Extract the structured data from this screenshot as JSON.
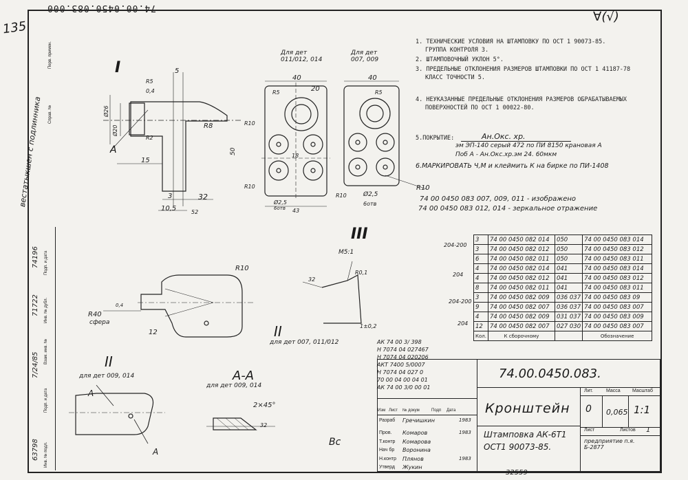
{
  "sheet_number": "135",
  "doc_code_top": "74.00.0450.083.000",
  "roughness": "∀(√)",
  "notes": [
    "1. ТЕХНИЧЕСКИЕ УСЛОВИЯ НА ШТАМПОВКУ ПО ОСТ 1 90073-85.",
    "ГРУППА КОНТРОЛЯ 3.",
    "2. ШТАМПОВОЧНЫЙ УКЛОН 5°.",
    "3. ПРЕДЕЛЬНЫЕ ОТКЛОНЕНИЯ РАЗМЕРОВ ШТАМПОВКИ ПО ОСТ 1 41187-78",
    "КЛАСС ТОЧНОСТИ    5.",
    "4. НЕУКАЗАННЫЕ ПРЕДЕЛЬНЫЕ ОТКЛОНЕНИЯ РАЗМЕРОВ ОБРАБАТЫВАЕМЫХ",
    "ПОВЕРХНОСТЕЙ ПО ОСТ 1 00022-80."
  ],
  "note5_label": "5.ПОКРЫТИЕ:",
  "note5_value": "Ан.Окс. хр.",
  "note5_line2": "эм ЭП-140 серый 472 по ПИ 8150 крановая А",
  "note5_line3": "Поб А - Ан.Окс.хр.эм 24. 60мкм",
  "note6": "6.МАРКИРОВАТЬ Ч,М и клеймить К на бирке по ПИ-1408",
  "detail_labels": {
    "view1": "I",
    "view2": "II",
    "view2_for": "для дет 007, 011/012",
    "view2b": "II",
    "view2b_for": "для дет 009, 014",
    "section": "А-А",
    "section_for": "для дет 009, 014",
    "detail3": "III",
    "detail3_scale": "М5:1",
    "top_left_for": "Для дет 011/012, 014",
    "top_right_for": "Для дет 007, 009",
    "letter_a": "А"
  },
  "dims": {
    "r5": "R5",
    "d04": "0,4",
    "d5": "5",
    "phi26": "Ø26",
    "phi20": "Ø20",
    "r8": "R8",
    "r2": "R2",
    "d15": "15",
    "d3": "3",
    "d32": "32",
    "d105": "10,5",
    "d52": "52",
    "d40": "40",
    "d20": "20",
    "r10": "R10",
    "phi25": "Ø2,5",
    "otv": "6отв",
    "d43": "43",
    "d50": "50",
    "d18": "18",
    "r40": "R40",
    "sphere": "сфера",
    "d12": "12",
    "chamfer": "2×45°",
    "r01": "R0,1",
    "d32b": "32",
    "d1": "1±0,2"
  },
  "variant_line1": "74 00 0450 083 007, 009, 011 - изображено",
  "variant_line2": "74 00 0450 083 012, 014 - зеркальное отражение",
  "spec_group_labels": [
    "204-200",
    "204",
    "204-200",
    "204"
  ],
  "spec_rows": [
    {
      "kol": "3",
      "code": "74 00 0450 082 014",
      "n": "050",
      "desig": "74 00 0450 083 014"
    },
    {
      "kol": "3",
      "code": "74 00 0450 082 012",
      "n": "050",
      "desig": "74 00 0450 083 012"
    },
    {
      "kol": "6",
      "code": "74 00 0450 082 011",
      "n": "050",
      "desig": "74 00 0450 083 011"
    },
    {
      "kol": "4",
      "code": "74 00 0450 082 014",
      "n": "041",
      "desig": "74 00 0450 083 014"
    },
    {
      "kol": "4",
      "code": "74 00 0450 082 012",
      "n": "041",
      "desig": "74 00 0450 083 012"
    },
    {
      "kol": "8",
      "code": "74 00 0450 082 011",
      "n": "041",
      "desig": "74 00 0450 083 011"
    },
    {
      "kol": "3",
      "code": "74 00 0450 082 009",
      "n": "036 037",
      "desig": "74 00 0450 083 09"
    },
    {
      "kol": "9",
      "code": "74 00 0450 082 007",
      "n": "036 037",
      "desig": "74 00 0450 083 007"
    },
    {
      "kol": "4",
      "code": "74 00 0450 082 009",
      "n": "031 037",
      "desig": "74 00 0450 083 009"
    },
    {
      "kol": "12",
      "code": "74 00 0450 082 007",
      "n": "027 030",
      "desig": "74 00 0450 083 007"
    }
  ],
  "spec_header": {
    "kol": "Кол.",
    "code": "К сборочному",
    "desig": "Обозначение"
  },
  "changes": [
    "АК 74 00 3/ 398",
    "Н 7074 04 027467",
    "Н 7074 04 020206",
    "АКТ 7400 5/0007",
    "Н 7074 04 027 0",
    "70 00 04 00 04 01",
    "АК 74 00 3/0 00 01"
  ],
  "title_block": {
    "designation": "74.00.0450.083.",
    "name": "Кронштейн",
    "material_line1": "Штамповка АК-6Т1",
    "material_line2": "ОСТ1 90073-85.",
    "lit_header": "Лит.",
    "mass_header": "Масса",
    "scale_header": "Масштаб",
    "mass_value": "0,065",
    "scale_value": "1:1",
    "lit_value": "0",
    "sheet_header": "Лист",
    "sheets_header": "Листов",
    "sheets_value": "1",
    "roles": [
      "Изм",
      "Лист",
      "№ докум",
      "Подп",
      "Дата",
      "Разраб",
      "Пров.",
      "Т.контр",
      "Нач бр",
      "Н.контр",
      "Утверд"
    ],
    "names": [
      "Гречишкин",
      "Комаров",
      "Комарова",
      "Воронина",
      "Плянов",
      "Жукин"
    ],
    "dates": [
      "1983",
      "1983",
      "1983"
    ],
    "stamp": "предприятие п.я. Б-2877"
  },
  "left_strip": [
    "Перв. примен.",
    "Справ. №",
    "Подп. и дата",
    "Инв. № дубл.",
    "Взам. инв. №",
    "Подп. и дата",
    "Инв. № подл."
  ],
  "left_strip_values": [
    "63798",
    "7/24/85",
    "71722",
    "74196"
  ],
  "side_note": "вестатыкшен с подлинника",
  "bottom_code": "32559",
  "bottom_mark": "Вс"
}
